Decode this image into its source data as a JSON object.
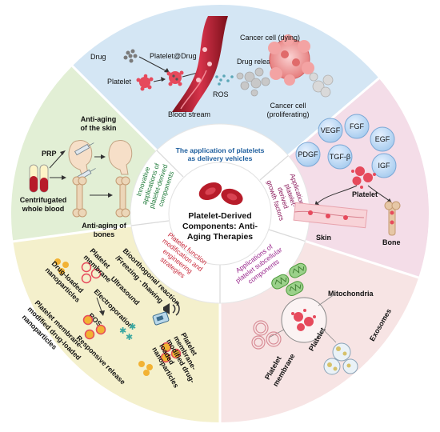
{
  "center": {
    "title_l1": "Platelet-Derived",
    "title_l2": "Components: Anti-",
    "title_l3": "Aging Therapies"
  },
  "inner_ring": {
    "delivery_l1": "The application of platelets",
    "delivery_l2": "as delivery vehicles",
    "growth_l1": "Application of",
    "growth_l2": "platelet-",
    "growth_l3": "derived",
    "growth_l4": "growth factors",
    "subcell_l1": "Applications of",
    "subcell_l2": "platelet subcellular",
    "subcell_l3": "components",
    "modif_l1": "Platelet function",
    "modif_l2": "modification and",
    "modif_l3": "engineering",
    "modif_l4": "strategies",
    "innov_l1": "Innovative",
    "innov_l2": "applications of",
    "innov_l3": "platelet-derived",
    "innov_l4": "components"
  },
  "delivery": {
    "drug": "Drug",
    "platelet_drug": "Platelet@Drug",
    "platelet": "Platelet",
    "drug_release": "Drug release",
    "ros": "ROS",
    "blood_stream": "Blood stream",
    "cancer_dying": "Cancer cell (dying)",
    "cancer_prolif_l1": "Cancer cell",
    "cancer_prolif_l2": "(proliferating)"
  },
  "growth": {
    "factors": [
      "VEGF",
      "FGF",
      "EGF",
      "PDGF",
      "TGF-β",
      "IGF"
    ],
    "platelet": "Platelet",
    "skin": "Skin",
    "bone": "Bone"
  },
  "subcellular": {
    "mitochondria": "Mitochondria",
    "platelet": "Platelet",
    "exosomes": "Exosomes",
    "membrane_l1": "Platelet",
    "membrane_l2": "membrane"
  },
  "engineering": {
    "drug_loaded_l1": "Drug-loaded",
    "drug_loaded_l2": "nanoparticles",
    "pm_l1": "Platelet",
    "pm_l2": "membrane",
    "bioorth_l1": "Bioorthogonal reaction",
    "bioorth_l2": "/Freezing - thawing",
    "ultrasound": "Ultrasound",
    "electroporation": "Electroporation",
    "ros": "ROS",
    "responsive": "Responsive release",
    "pm_mod_l1": "Platelet membrane-",
    "pm_mod_l2": "modified drug-loaded",
    "pm_mod_l3": "nanoparticles",
    "pmd_l1": "Platelet",
    "pmd_l2": "membrane-",
    "pmd_l3": "modified drug-",
    "pmd_l4": "loaded",
    "pmd_l5": "nanoparticles"
  },
  "antiaging": {
    "skin_l1": "Anti-aging",
    "skin_l2": "of the skin",
    "prp": "PRP",
    "blood_l1": "Centrifugated",
    "blood_l2": "whole blood",
    "bones_l1": "Anti-aging of",
    "bones_l2": "bones"
  },
  "colors": {
    "delivery_bg": "#d4e6f4",
    "growth_bg": "#f4dde8",
    "subcell_bg": "#f7e4e4",
    "engineering_bg": "#f4f0cc",
    "antiaging_bg": "#e2efd5",
    "delivery_text": "#1d5e9e",
    "growth_text": "#8b1a5c",
    "subcell_text": "#9b2a8e",
    "modif_text": "#c8283a",
    "innov_text": "#1e7a38",
    "platelet": "#e64a5c",
    "rbc": "#b71c2a"
  },
  "icons": [
    "platelet-icon",
    "drug-icon",
    "cancer-cell-icon",
    "blood-vessel-icon",
    "face-icon",
    "bone-icon",
    "syringe-icon",
    "blood-tube-icon",
    "growth-factor-bubble-icon",
    "mitochondria-icon",
    "exosome-icon",
    "membrane-vesicle-icon",
    "nanoparticle-icon",
    "ultrasound-icon",
    "electroporation-icon",
    "red-blood-cell-icon"
  ]
}
